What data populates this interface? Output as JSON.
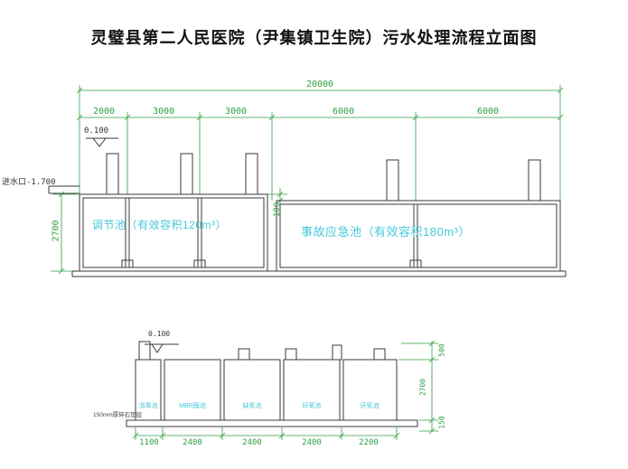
{
  "title": "灵璧县第二人民医院（尹集镇卫生院）污水处理流程立面图",
  "upper": {
    "total_dim": "20000",
    "segment_dims": [
      "2000",
      "3000",
      "3000",
      "6000",
      "6000"
    ],
    "level": "0.100",
    "inlet": "进水口-1.700",
    "height_dim": "2700",
    "step_dim": "100",
    "tank1": "调节池（有效容积120m³）",
    "tank2": "事故应急池（有效容积180m³）"
  },
  "lower": {
    "level": "0.100",
    "base_note": "150mm厚碎石垫层",
    "compartments": [
      "消毒池",
      "MBR膜池",
      "缺氧池",
      "好氧池",
      "厌氧池"
    ],
    "bottom_dims": [
      "1100",
      "2400",
      "2400",
      "2400",
      "2200"
    ],
    "side_dims": [
      "500",
      "2700",
      "150"
    ]
  }
}
